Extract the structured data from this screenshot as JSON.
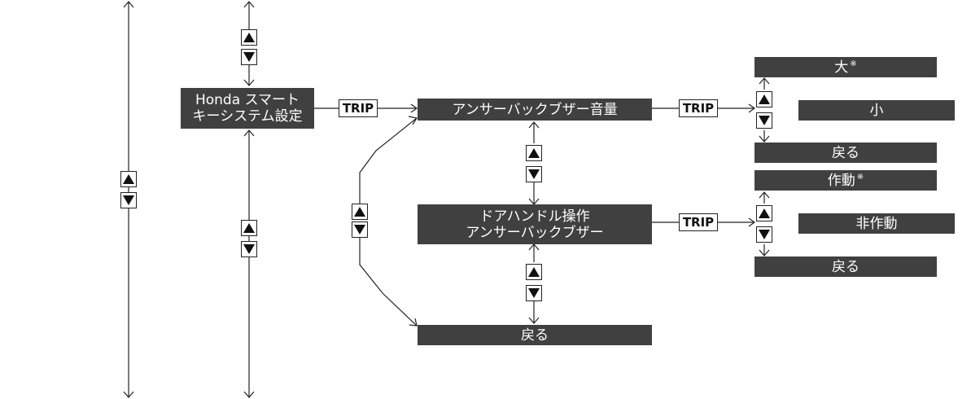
{
  "nodes": {
    "honda_smart": {
      "line1": "Honda スマート",
      "line2": "キーシステム設定"
    },
    "buzzer_volume": "アンサーバックブザー音量",
    "door_handle": {
      "line1": "ドアハンドル操作",
      "line2": "アンサーバックブザー"
    },
    "back_main": "戻る",
    "vol_large": {
      "label": "大",
      "mark": "※"
    },
    "vol_small": "小",
    "vol_back": "戻る",
    "op_active": {
      "label": "作動",
      "mark": "※"
    },
    "op_inactive": "非作動",
    "op_back": "戻る"
  },
  "buttons": {
    "trip_label": "TRIP"
  },
  "icons": {
    "up": "up-triangle-button-icon",
    "down": "down-triangle-button-icon"
  }
}
